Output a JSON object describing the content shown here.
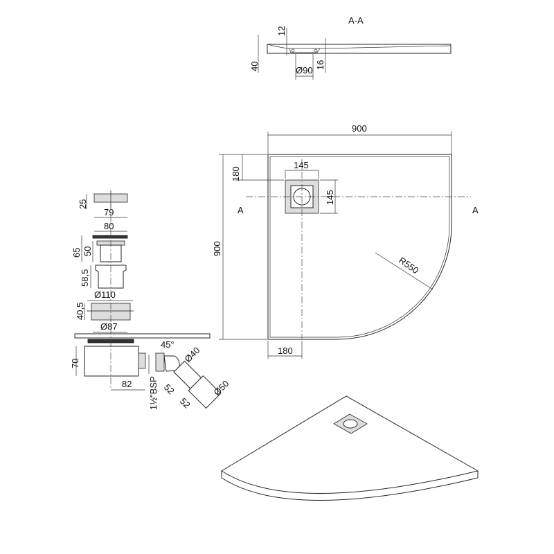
{
  "section": {
    "title": "A-A",
    "height_total": "40",
    "top_offset": "12",
    "drain_diameter": "Ø90",
    "drain_depth": "16"
  },
  "plan": {
    "width": "900",
    "depth": "900",
    "drain_size_top": "145",
    "drain_size_side": "145",
    "drain_offset_top": "180",
    "drain_offset_left": "180",
    "radius": "R550",
    "section_mark_left": "A",
    "section_mark_right": "A"
  },
  "waste": {
    "cap_height": "25",
    "cap_width": "79",
    "grate_width": "80",
    "body_height_total": "65",
    "body_height": "50",
    "sleeve_height": "58,5",
    "flange_diameter": "Ø110",
    "flange_height": "40,5",
    "thread_diameter": "Ø87",
    "trap_height": "70",
    "trap_offset": "82",
    "thread_spec": "1½\"BSP",
    "elbow_angle": "45°",
    "outlet_diameter_small": "Ø40",
    "outlet_diameter_large": "Ø50",
    "segment_1": "52",
    "segment_2": "52"
  }
}
